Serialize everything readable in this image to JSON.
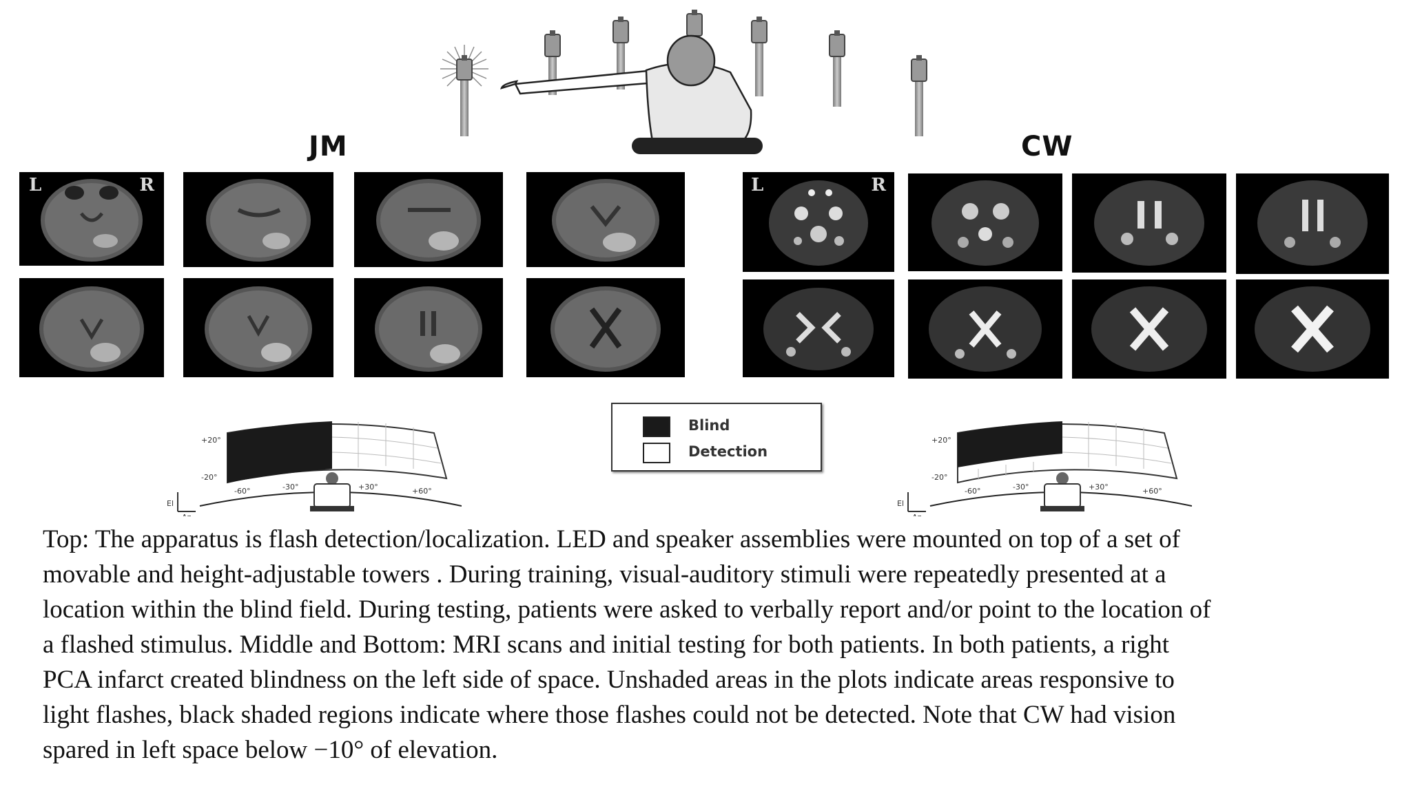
{
  "figure": {
    "patients": [
      {
        "name": "JM",
        "left_marker": "L",
        "right_marker": "R"
      },
      {
        "name": "CW",
        "left_marker": "L",
        "right_marker": "R"
      }
    ],
    "legend": {
      "items": [
        {
          "label": "Blind",
          "color": "#1a1a1a"
        },
        {
          "label": "Detection",
          "color": "#ffffff"
        }
      ]
    },
    "visual_field": {
      "elevation_ticks": [
        "+20°",
        "-20°"
      ],
      "azimuth_ticks": [
        "-60°",
        "-30°",
        "+30°",
        "+60°"
      ],
      "axis_labels": {
        "vertical": "El",
        "horizontal": "Az"
      }
    },
    "caption_lines": [
      "Top: The apparatus is flash detection/localization. LED and speaker assemblies were mounted on top of a set of",
      "movable and height-adjustable towers . During training, visual-auditory stimuli were repeatedly presented at a",
      "location within the blind field. During testing, patients were asked to verbally report and/or point to the location of",
      "a flashed stimulus. Middle and Bottom: MRI scans and initial testing for both patients. In both patients, a right",
      "PCA infarct created blindness on the left side of space. Unshaded areas in the plots indicate areas responsive to",
      "light flashes, black shaded regions indicate where those flashes could not be detected. Note that CW had vision",
      "spared in left space below −10° of elevation."
    ]
  }
}
